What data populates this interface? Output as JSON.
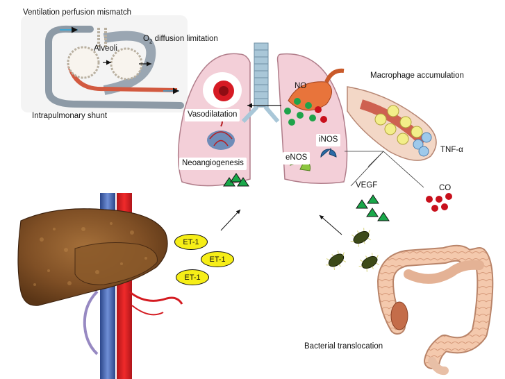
{
  "labels": {
    "ventilation": "Ventilation perfusion mismatch",
    "o2_diffusion_prefix": "O",
    "o2_diffusion_sub": "2",
    "o2_diffusion_suffix": " diffusion limitation",
    "alveoli": "Alveoli",
    "intrapulmonary_shunt": "Intrapulmonary shunt",
    "no": "NO",
    "macrophage": "Macrophage accumulation",
    "vasodilatation": "Vasodilatation",
    "neoangiogenesis": "Neoangiogenesis",
    "inos": "iNOS",
    "enos": "eNOS",
    "tnf": "TNF-α",
    "vegf": "VEGF",
    "co": "CO",
    "bacterial_translocation": "Bacterial translocation"
  },
  "et1_badges": [
    "ET-1",
    "ET-1",
    "ET-1"
  ],
  "colors": {
    "lung": "#f3cfd8",
    "lung_outline": "#b07d8a",
    "trachea": "#a9c7d8",
    "no_green": "#1fa34a",
    "co_red": "#c8101c",
    "vegf_triangle": "#1aa84a",
    "et1_fill": "#f6ee17",
    "enos": "#8cc63f",
    "inos": "#2a6aa6",
    "liver": "#8a5a2c",
    "artery": "#e31e24",
    "vein": "#3a5fb0",
    "colon": "#f2c4a8"
  },
  "icons": [
    "alveoli-icon",
    "liver-icon",
    "lung-icon",
    "macrophage-icon",
    "bacteria-icon",
    "colon-icon",
    "blood-vessel-icon",
    "neovessel-icon"
  ]
}
